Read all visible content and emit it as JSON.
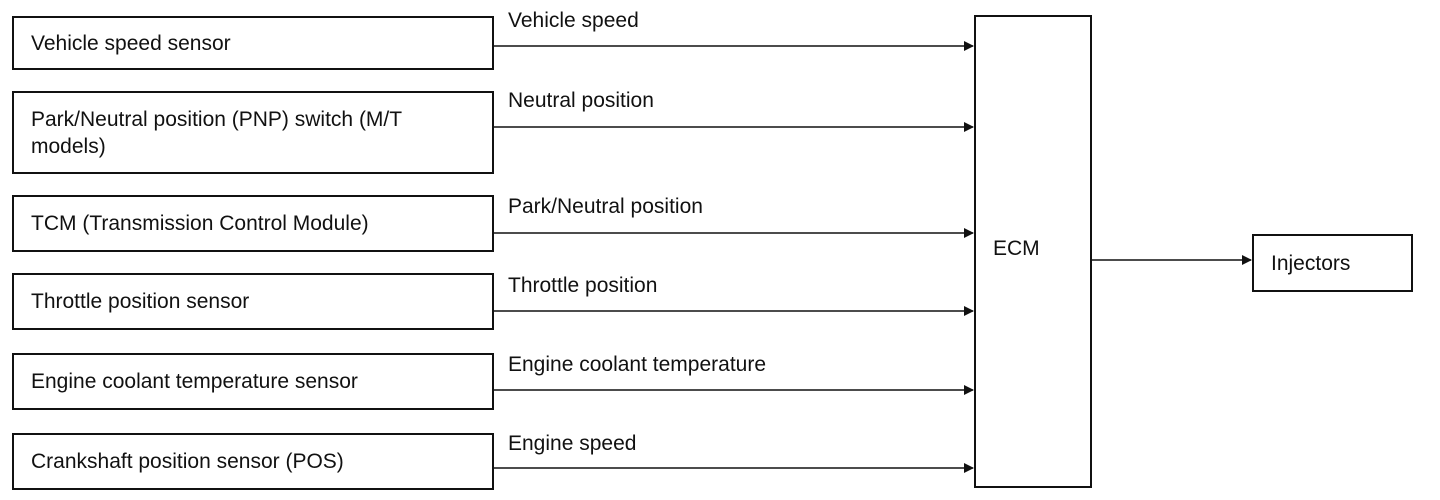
{
  "sensors": [
    {
      "label": "Vehicle speed sensor",
      "signal": "Vehicle speed"
    },
    {
      "label": "Park/Neutral position (PNP) switch (M/T models)",
      "signal": "Neutral position"
    },
    {
      "label": "TCM (Transmission Control Module)",
      "signal": "Park/Neutral position"
    },
    {
      "label": "Throttle position sensor",
      "signal": "Throttle position"
    },
    {
      "label": "Engine coolant temperature sensor",
      "signal": "Engine coolant temperature"
    },
    {
      "label": "Crankshaft position sensor (POS)",
      "signal": "Engine speed"
    }
  ],
  "ecm": {
    "label": "ECM"
  },
  "output": {
    "label": "Injectors"
  }
}
